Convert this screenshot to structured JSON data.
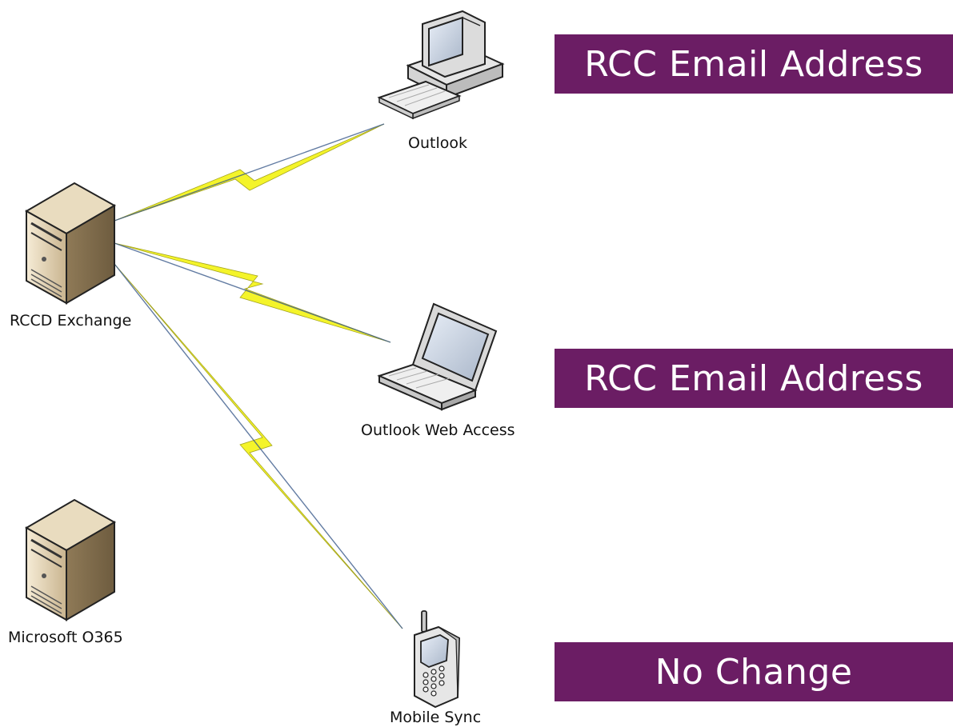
{
  "nodes": {
    "rccd_exchange": {
      "label": "RCCD Exchange",
      "icon": "server-icon"
    },
    "microsoft_o365": {
      "label": "Microsoft O365",
      "icon": "server-icon"
    },
    "outlook": {
      "label": "Outlook",
      "icon": "desktop-computer-icon"
    },
    "outlook_web_access": {
      "label": "Outlook Web Access",
      "icon": "laptop-icon"
    },
    "mobile_sync": {
      "label": "Mobile Sync",
      "icon": "mobile-phone-icon"
    }
  },
  "banners": {
    "outlook": {
      "text": "RCC Email Address"
    },
    "outlook_web_access": {
      "text": "RCC Email Address"
    },
    "mobile_sync": {
      "text": "No Change"
    }
  },
  "colors": {
    "banner_background": "#6b1d64",
    "banner_text": "#ffffff",
    "link_bolt": "#f4f42a",
    "link_line": "#3b5b8c"
  }
}
